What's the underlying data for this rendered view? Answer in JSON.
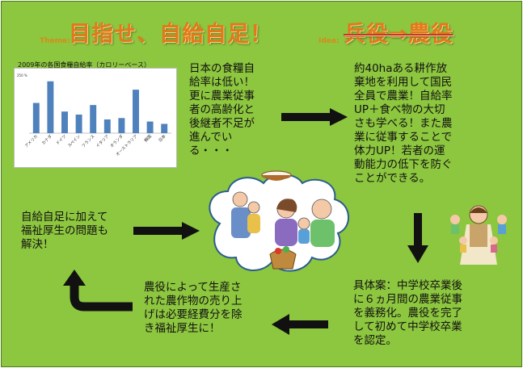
{
  "header": {
    "theme_label": "Theme:",
    "theme_text": "目指せ、自給自足！",
    "idea_label": "Idea:",
    "idea_text": "兵役⇒農役"
  },
  "chart_data": {
    "type": "bar",
    "title": "2009年の各国食糧自給率（カロリーベース）",
    "ylim": [
      0,
      250
    ],
    "y_tick_labels": [
      "250 %"
    ],
    "categories": [
      "アメリカ",
      "カナダ",
      "ドイツ",
      "スペイン",
      "フランス",
      "イタリア",
      "オランダ",
      "オーストラリア",
      "韓国",
      "日本"
    ],
    "values": [
      130,
      223,
      93,
      80,
      121,
      59,
      65,
      187,
      50,
      40
    ],
    "color": "#4f81bd",
    "grid": false
  },
  "blocks": {
    "problem": [
      "日本の食糧自",
      "給率は低い！",
      "更に農業従事",
      "者の高齢化と",
      "後継者不足が",
      "進んでい",
      "る・・・"
    ],
    "idea": [
      "約40haある耕作放",
      "棄地を利用して国民",
      "全員で農業！自給率",
      "UP＋食べ物の大切",
      "さも学べる！また農",
      "業に従事することで",
      "体力UP！若者の運",
      "動能力の低下を防ぐ",
      "ことができる。"
    ],
    "concrete": [
      "具体案：中学校卒業後",
      "に６ヵ月間の農業従事",
      "を義務化。農役を完了",
      "して初めて中学校卒業",
      "を認定。"
    ],
    "sales": [
      "農役によって生産さ",
      "れた農作物の売り上",
      "げは必要経費分を除",
      "き福祉厚生に！"
    ],
    "welfare": [
      "自給自足に加えて",
      "福祉厚生の問題も",
      "解決！"
    ]
  }
}
